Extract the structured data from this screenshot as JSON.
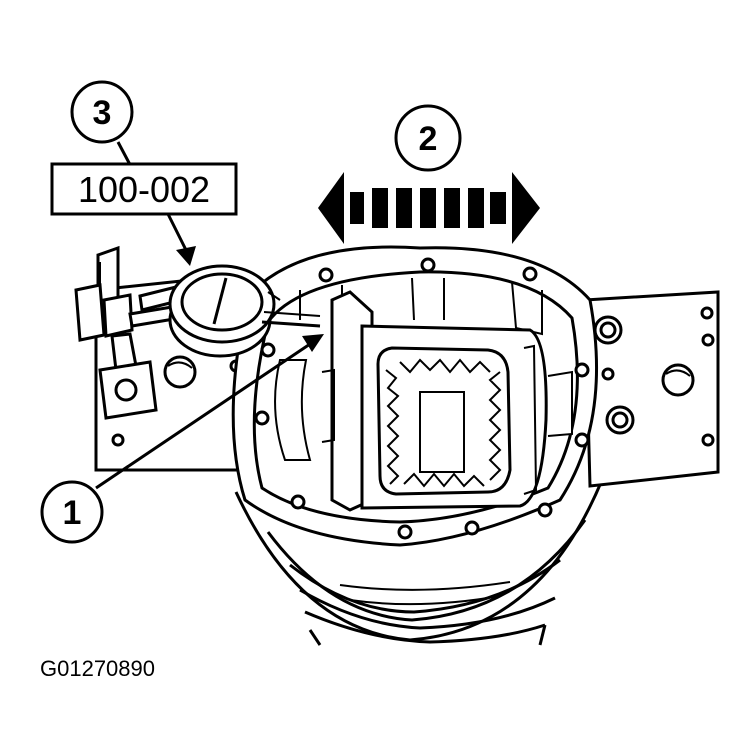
{
  "callouts": {
    "c1": "1",
    "c2": "2",
    "c3": "3"
  },
  "tool_number": "100-002",
  "figure_id": "G01270890",
  "colors": {
    "ink": "#000000",
    "paper": "#ffffff"
  }
}
